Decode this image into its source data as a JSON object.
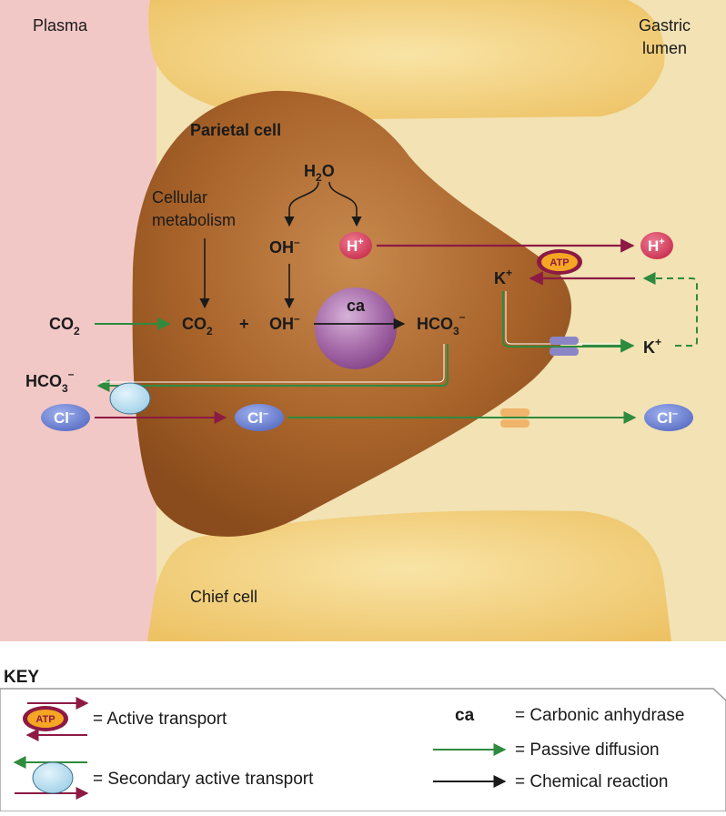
{
  "regions": {
    "plasma": "Plasma",
    "lumen_line1": "Gastric",
    "lumen_line2": "lumen",
    "parietal_cell": "Parietal cell",
    "chief_cell": "Chief cell"
  },
  "molecules": {
    "h2o": "H",
    "h2o_sub": "2",
    "h2o_tail": "O",
    "metabolism_line1": "Cellular",
    "metabolism_line2": "metabolism",
    "oh_upper": "OH",
    "minus": "–",
    "plus_sign": "+",
    "h": "H",
    "k": "K",
    "co2": "CO",
    "co2_sub": "2",
    "hco3": "HCO",
    "hco3_sub": "3",
    "cl": "Cl",
    "enzyme": "ca",
    "atp": "ATP"
  },
  "key": {
    "title": "KEY",
    "active": "= Active transport",
    "secondary": "= Secondary active transport",
    "ca_symbol": "ca",
    "carbonic": "= Carbonic anhydrase",
    "passive": "= Passive diffusion",
    "reaction": "= Chemical reaction"
  },
  "colors": {
    "active": "#8c1a44",
    "passive": "#2e8b3e",
    "reaction": "#1a1a1a",
    "plasma": "#f2c8c6",
    "lumen": "#f2e2b4",
    "parietal": "#a8632a"
  }
}
